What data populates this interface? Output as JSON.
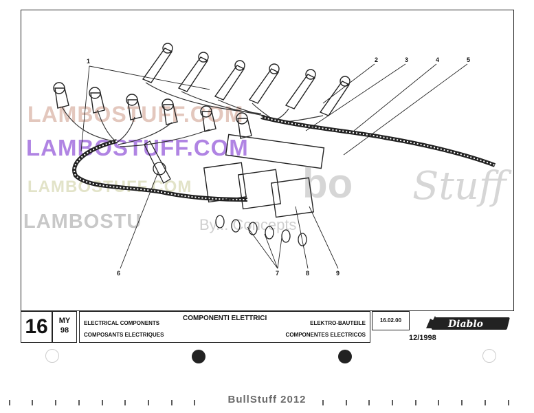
{
  "watermarks": {
    "line1": "LAMBOSTUFF.COM",
    "line2": "LAMBOSTUFF.COM",
    "line3": "LAMBOSTUFF.COM",
    "line4": "LAMBOSTU",
    "impressum": "By... Concepts",
    "big": "bo",
    "stuff": "Stuff"
  },
  "callouts": [
    "1",
    "2",
    "3",
    "4",
    "5",
    "6",
    "7",
    "8",
    "9"
  ],
  "title_block": {
    "section_number": "16",
    "my_label": "MY",
    "my_value": "98",
    "title_it": "COMPONENTI ELETTRICI",
    "title_en": "ELECTRICAL COMPONENTS",
    "title_fr": "COMPOSANTS ELECTRIQUES",
    "title_de": "ELEKTRO-BAUTEILE",
    "title_es": "COMPONENTES ELECTRICOS",
    "code": "16.02.00",
    "date": "12/1998",
    "brand": "Diablo"
  },
  "footer": "BullStuff 2012"
}
